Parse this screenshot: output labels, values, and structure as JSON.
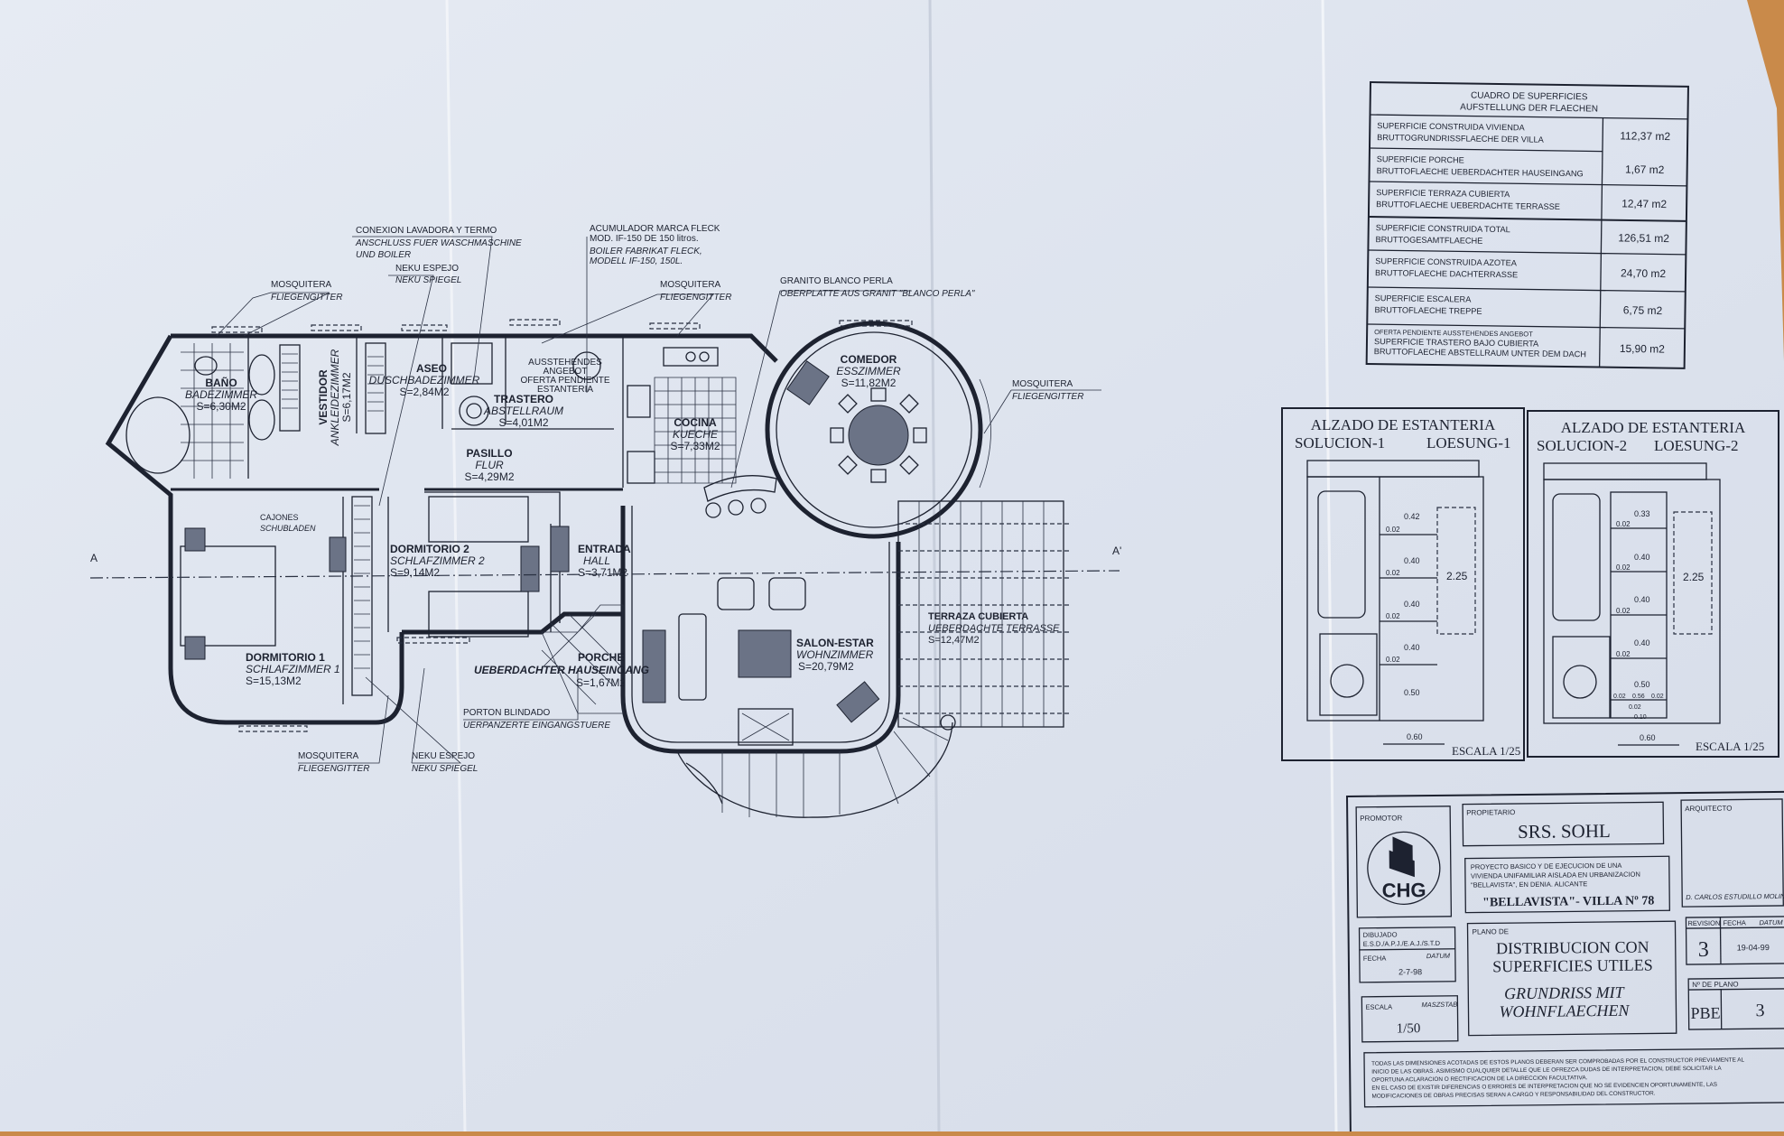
{
  "colors": {
    "paper": "#dfe5ef",
    "ink": "#1d2230",
    "table": "#c98a4a"
  },
  "floor_plan": {
    "rooms": [
      {
        "name": "BAÑO",
        "sub": "BADEZIMMER",
        "area": "S=6,30M2"
      },
      {
        "name": "VESTIDOR",
        "sub": "ANKLEIDEZIMMER",
        "area": "S=6,17M2"
      },
      {
        "name": "ASEO",
        "sub": "DUSCHBADEZIMMER",
        "area": "S=2,84M2"
      },
      {
        "name": "TRASTERO",
        "sub": "ABSTELLRAUM",
        "area": "S=4,01M2"
      },
      {
        "name": "PASILLO",
        "sub": "FLUR",
        "area": "S=4,29M2"
      },
      {
        "name": "COCINA",
        "sub": "KUECHE",
        "area": "S=7,33M2"
      },
      {
        "name": "COMEDOR",
        "sub": "ESSZIMMER",
        "area": "S=11,82M2"
      },
      {
        "name": "DORMITORIO 2",
        "sub": "SCHLAFZIMMER 2",
        "area": "S=9,14M2"
      },
      {
        "name": "ENTRADA",
        "sub": "HALL",
        "area": "S=3,71M2"
      },
      {
        "name": "DORMITORIO 1",
        "sub": "SCHLAFZIMMER 1",
        "area": "S=15,13M2"
      },
      {
        "name": "PORCHE",
        "sub": "UEBERDACHTER HAUSEINGANG",
        "area": "S=1,67M2"
      },
      {
        "name": "SALON-ESTAR",
        "sub": "WOHNZIMMER",
        "area": "S=20,79M2"
      },
      {
        "name": "TERRAZA CUBIERTA",
        "sub": "UEBERDACHTE TERRASSE",
        "area": "S=12,47M2"
      }
    ],
    "annotations": {
      "conexion": [
        "CONEXION LAVADORA Y TERMO",
        "ANSCHLUSS FUER WASCHMASCHINE",
        "UND BOILER"
      ],
      "neku_top": [
        "NEKU ESPEJO",
        "NEKU SPIEGEL"
      ],
      "mosq_top_left": [
        "MOSQUITERA",
        "FLIEGENGITTER"
      ],
      "acumulador": [
        "ACUMULADOR MARCA FLECK",
        "MOD. IF-150 DE 150 litros.",
        "BOILER FABRIKAT FLECK,",
        "MODELL IF-150, 150L."
      ],
      "mosq_top_mid": [
        "MOSQUITERA",
        "FLIEGENGITTER"
      ],
      "granito": [
        "GRANITO BLANCO PERLA",
        "OBERPLATTE AUS GRANIT \"BLANCO PERLA\""
      ],
      "mosq_right": [
        "MOSQUITERA",
        "FLIEGENGITTER"
      ],
      "ausstehend": [
        "AUSSTEHENDES",
        "ANGEBOT",
        "OFERTA PENDIENTE",
        "ESTANTERIA"
      ],
      "cajones": [
        "CAJONES",
        "SCHUBLADEN"
      ],
      "porton": [
        "PORTON BLINDADO",
        "UERPANZERTE EINGANGSTUERE"
      ],
      "mosq_bottom": [
        "MOSQUITERA",
        "FLIEGENGITTER"
      ],
      "neku_bottom": [
        "NEKU ESPEJO",
        "NEKU SPIEGEL"
      ],
      "section_marks": [
        "A",
        "A'"
      ]
    }
  },
  "area_table": {
    "title": [
      "CUADRO DE SUPERFICIES",
      "AUFSTELLUNG DER FLAECHEN"
    ],
    "rows": [
      {
        "lines": [
          "SUPERFICIE CONSTRUIDA VIVIENDA",
          "BRUTTOGRUNDRISSFLAECHE DER VILLA"
        ],
        "value": "112,37  m2"
      },
      {
        "lines": [
          "SUPERFICIE PORCHE",
          "BRUTTOFLAECHE UEBERDACHTER HAUSEINGANG"
        ],
        "value": "1,67  m2"
      },
      {
        "lines": [
          "SUPERFICIE TERRAZA CUBIERTA",
          "BRUTTOFLAECHE UEBERDACHTE TERRASSE"
        ],
        "value": "12,47  m2"
      },
      {
        "lines": [
          "SUPERFICIE CONSTRUIDA TOTAL",
          "BRUTTOGESAMTFLAECHE"
        ],
        "value": "126,51  m2"
      },
      {
        "lines": [
          "SUPERFICIE CONSTRUIDA AZOTEA",
          "BRUTTOFLAECHE DACHTERRASSE"
        ],
        "value": "24,70  m2"
      },
      {
        "lines": [
          "SUPERFICIE ESCALERA",
          "BRUTTOFLAECHE TREPPE"
        ],
        "value": "6,75  m2"
      },
      {
        "lines": [
          "OFERTA PENDIENTE     AUSSTEHENDES ANGEBOT",
          "SUPERFICIE TRASTERO BAJO CUBIERTA",
          "BRUTTOFLAECHE ABSTELLRAUM UNTER DEM DACH"
        ],
        "value": "15,90  m2"
      }
    ]
  },
  "elevations": [
    {
      "title": "ALZADO DE ESTANTERIA",
      "sub_es": "SOLUCION-1",
      "sub_de": "LOESUNG-1",
      "heights": [
        "0.42",
        "0.40",
        "0.40",
        "0.40",
        "0.50"
      ],
      "thickness": "0.02",
      "total": "2.25",
      "width": "0.60",
      "scale": "ESCALA  1/25"
    },
    {
      "title": "ALZADO DE ESTANTERIA",
      "sub_es": "SOLUCION-2",
      "sub_de": "LOESUNG-2",
      "heights": [
        "0.33",
        "0.40",
        "0.40",
        "0.40",
        "0.50"
      ],
      "thickness": "0.02",
      "total": "2.25",
      "width": "0.60",
      "bottom": [
        "0.02",
        "0.56",
        "0.02",
        "0.02",
        "0.10"
      ],
      "scale": "ESCALA  1/25"
    }
  ],
  "title_block": {
    "promotor_label": "PROMOTOR",
    "logo": "CHG",
    "propietario_label": "PROPIETARIO",
    "propietario": "SRS.  SOHL",
    "proyecto": [
      "PROYECTO BASICO Y DE EJECUCION DE UNA",
      "VIVIENDA UNIFAMILIAR AISLADA EN URBANIZACION",
      "\"BELLAVISTA\", EN DENIA. ALICANTE"
    ],
    "villa": "\"BELLAVISTA\"- VILLA Nº 78",
    "arquitecto_label": "ARQUITECTO",
    "arquitecto": "D. CARLOS ESTUDILLO MOLINA",
    "dibujado_label": "DIBUJADO",
    "dibujado": "E.S.D./A.P.J./E.A.J./S.T.D",
    "fecha_label": "FECHA",
    "datum_label": "DATUM",
    "fecha": "2-7-98",
    "escala_label": "ESCALA",
    "maszstab_label": "MASZSTAB",
    "escala": "1/50",
    "plano_de_label": "PLANO DE",
    "plano_es": [
      "DISTRIBUCION  CON",
      "SUPERFICIES  UTILES"
    ],
    "plano_de": [
      "GRUNDRISS  MIT",
      "WOHNFLAECHEN"
    ],
    "revision_label": "REVISION",
    "revision": "3",
    "revision_fecha": "19-04-99",
    "n_plano_label": "Nº  DE  PLANO",
    "n_plano_prefix": "PBE",
    "n_plano": "3",
    "disclaimer": [
      "TODAS LAS DIMENSIONES ACOTADAS DE ESTOS PLANOS DEBERAN SER COMPROBADAS POR EL CONSTRUCTOR PREVIAMENTE AL",
      "INICIO DE LAS OBRAS. ASIMISMO CUALQUIER DETALLE QUE LE OFREZCA DUDAS DE INTERPRETACION, DEBE SOLICITAR LA",
      "OPORTUNA ACLARACION O RECTIFICACION DE LA DIRECCION FACULTATIVA.",
      "EN EL CASO DE EXISTIR DIFERENCIAS O ERRORES DE INTERPRETACION QUE NO SE EVIDENCIEN OPORTUNAMENTE, LAS",
      "MODIFICACIONES DE OBRAS PRECISAS SERAN A CARGO Y RESPONSABILIDAD DEL CONSTRUCTOR."
    ]
  }
}
